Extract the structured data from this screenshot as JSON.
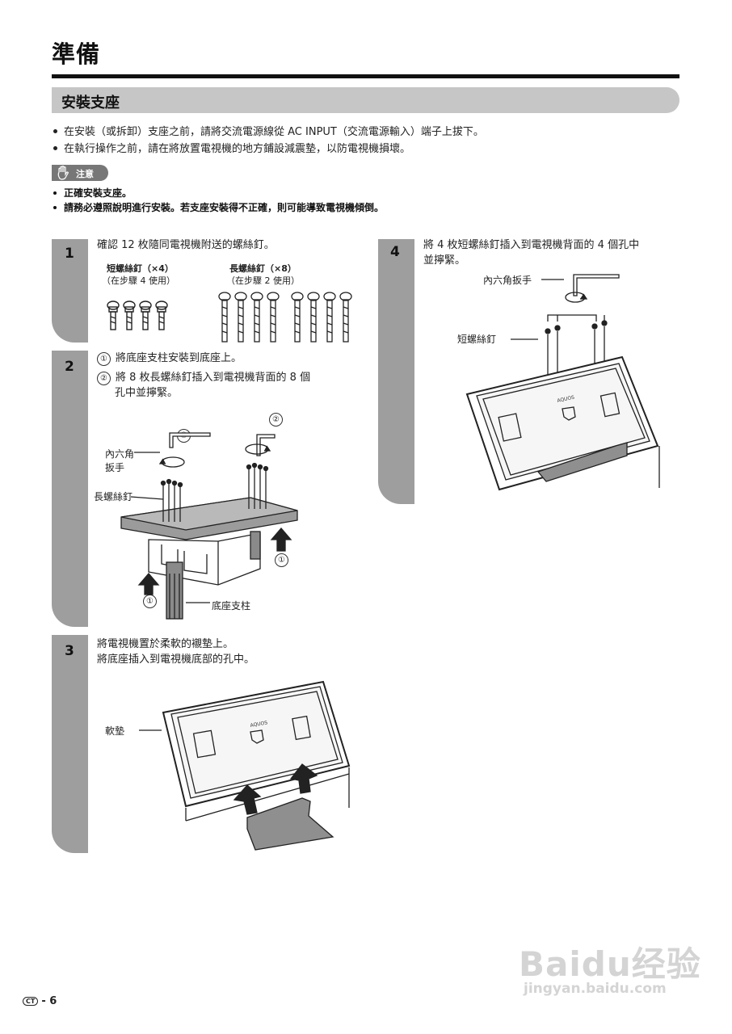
{
  "page": {
    "title": "準備",
    "section_title": "安裝支座"
  },
  "bullets": [
    "在安裝（或拆卸）支座之前，請將交流電源線從 AC INPUT（交流電源輸入）端子上拔下。",
    "在執行操作之前，請在將放置電視機的地方鋪設減震墊，以防電視機損壞。"
  ],
  "caution": {
    "label": "注意",
    "lines": [
      "正確安裝支座。",
      "請務必遵照說明進行安裝。若支座安裝得不正確，則可能導致電視機傾倒。"
    ]
  },
  "steps": {
    "s1": {
      "number": "1",
      "text": "確認 12 枚隨同電視機附送的螺絲釘。",
      "short_screw_label": "短螺絲釘（×4）",
      "short_screw_note": "（在步驟 4 使用）",
      "long_screw_label": "長螺絲釘（×8）",
      "long_screw_note": "（在步驟 2 使用）"
    },
    "s2": {
      "number": "2",
      "marker1": "①",
      "marker2": "②",
      "line1": "將底座支柱安裝到底座上。",
      "line2a": "將 8 枚長螺絲釘插入到電視機背面的 8 個",
      "line2b": "孔中並擰緊。",
      "hex_wrench_a": "內六角",
      "hex_wrench_b": "扳手",
      "long_screw": "長螺絲釘",
      "stand_post": "底座支柱"
    },
    "s3": {
      "number": "3",
      "line1": "將電視機置於柔軟的襯墊上。",
      "line2": "將底座插入到電視機底部的孔中。",
      "soft_pad": "軟墊"
    },
    "s4": {
      "number": "4",
      "line1": "將 4 枚短螺絲釘插入到電視機背面的 4 個孔中",
      "line2": "並擰緊。",
      "hex_wrench": "內六角扳手",
      "short_screw": "短螺絲釘"
    }
  },
  "tv_brand": "AQUOS",
  "footer": {
    "region": "CT",
    "page": "- 6"
  },
  "watermark": {
    "logo": "Baidu经验",
    "url": "jingyan.baidu.com"
  }
}
